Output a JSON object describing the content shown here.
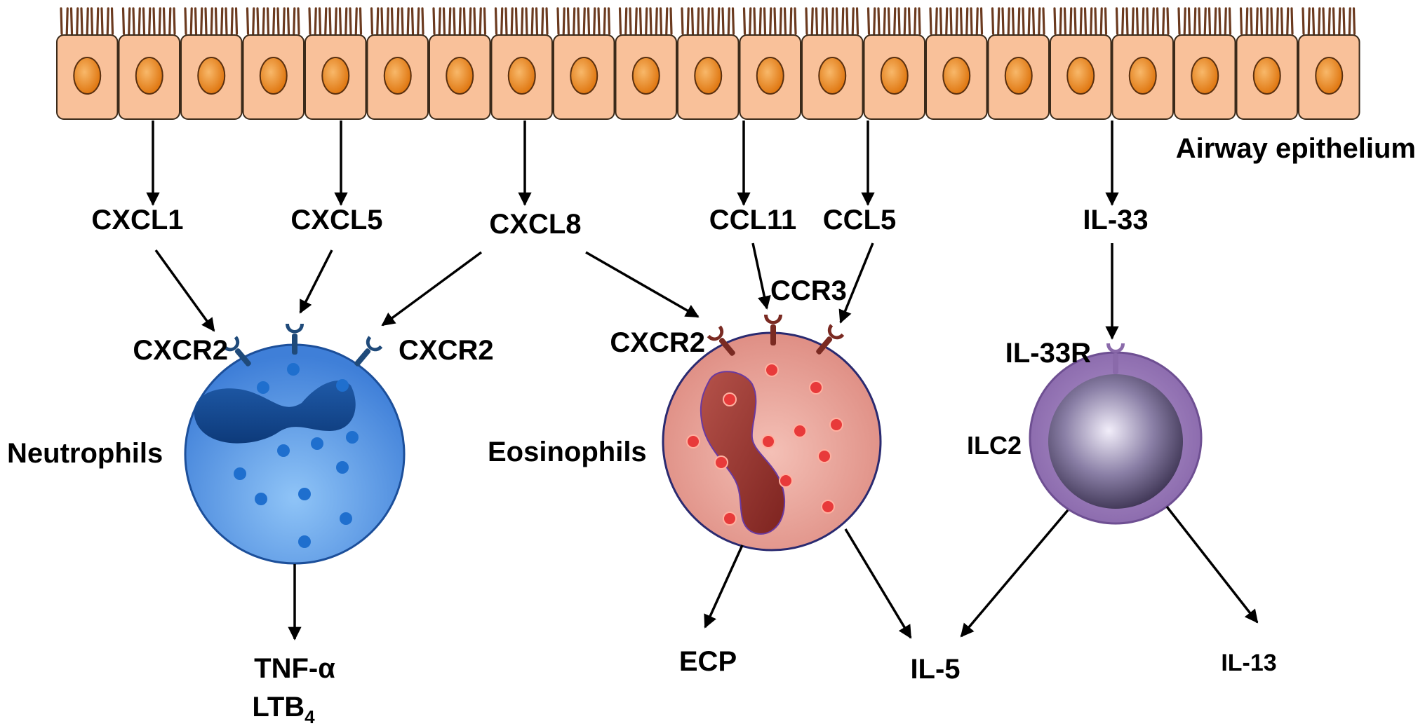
{
  "title": "",
  "epithelium": {
    "label": "Airway epithelium",
    "cell_count": 21,
    "colors": {
      "cell_fill": "#f9c19a",
      "nucleus": "#e8811e",
      "cilia": "#6b3a1f"
    }
  },
  "chemokines": {
    "cxcl1": "CXCL1",
    "cxcl5": "CXCL5",
    "cxcl8": "CXCL8",
    "ccl11": "CCL11",
    "ccl5": "CCL5",
    "il33": "IL-33"
  },
  "receptors": {
    "neutrophil_cxcr2_left": "CXCR2",
    "neutrophil_cxcr2_right": "CXCR2",
    "eosinophil_cxcr2": "CXCR2",
    "eosinophil_ccr3": "CCR3",
    "ilc2_il33r": "IL-33R"
  },
  "cells": {
    "neutrophils": {
      "label": "Neutrophils",
      "color": "#4a8fe0"
    },
    "eosinophils": {
      "label": "Eosinophils",
      "color": "#e8958a"
    },
    "ilc2": {
      "label": "ILC2",
      "color": "#8a6aaa"
    }
  },
  "products": {
    "tnf": "TNF-α",
    "ltb_base": "LTB",
    "ltb_sub": "4",
    "ecp": "ECP",
    "il5": "IL-5",
    "il13": "IL-13"
  }
}
